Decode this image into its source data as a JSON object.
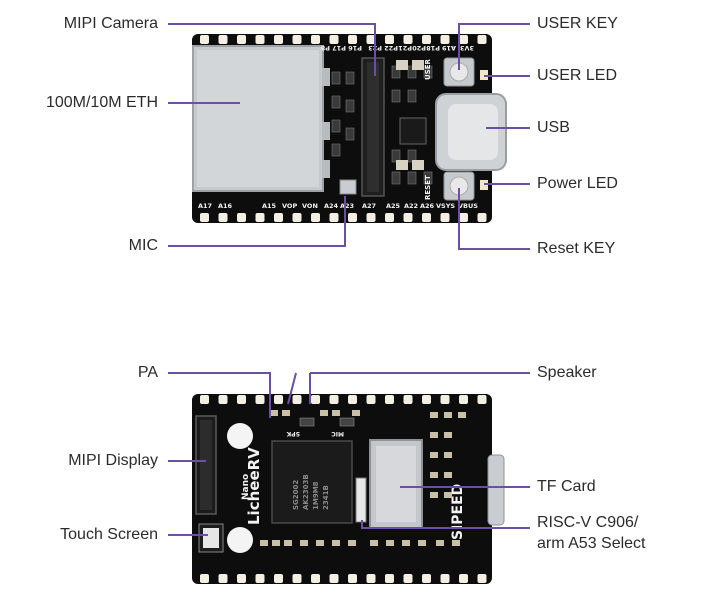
{
  "colors": {
    "pcb": "#0d0d0d",
    "leader": "#6a4fa3",
    "label_text": "#2b2b2b",
    "silkscreen": "#f2f2f2",
    "metal": "#c9ccd0",
    "pad": "#f4efe3"
  },
  "top_view": {
    "labels": {
      "mipi_camera": "MIPI Camera",
      "eth": "100M/10M ETH",
      "mic": "MIC",
      "user_key": "USER KEY",
      "user_led": "USER LED",
      "usb": "USB",
      "power_led": "Power LED",
      "reset_key": "Reset KEY"
    },
    "silkscreen": {
      "top_pins": [
        "P8",
        "P17",
        "P16",
        "P23",
        "P22",
        "P21",
        "P20",
        "P18",
        "A19",
        "3V3"
      ],
      "bottom_pins": [
        "A17",
        "A16",
        "A15",
        "VOP",
        "VON",
        "A24",
        "A23",
        "A27",
        "A25",
        "A22",
        "A26",
        "VSYS",
        "VBUS"
      ],
      "user": "USER",
      "reset": "RESET"
    }
  },
  "bottom_view": {
    "labels": {
      "pa": "PA",
      "speaker": "Speaker",
      "mipi_display": "MIPI Display",
      "touch_screen": "Touch Screen",
      "tf_card": "TF Card",
      "riscv_line1": "RISC-V C906/",
      "riscv_line2": "arm A53 Select"
    },
    "silkscreen": {
      "brand": "LicheeRV",
      "model": "Nano",
      "maker": "SIPEED",
      "spk": "SPK",
      "mic": "MIC",
      "chip_line1": "SG2002",
      "chip_line2": "AK2303B",
      "chip_line3": "1M9M8",
      "chip_line4": "2341B"
    }
  }
}
